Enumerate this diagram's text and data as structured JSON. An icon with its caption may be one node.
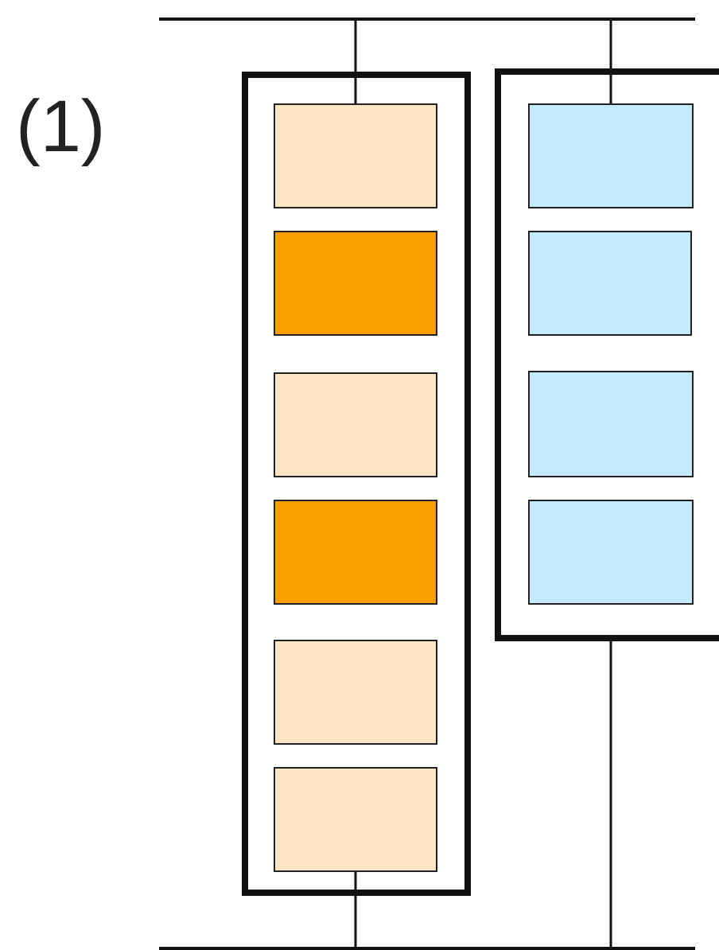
{
  "diagram": {
    "nodes": [
      {
        "text": [],
        "shape": "bar"
      },
      {
        "text": [],
        "shape": "box"
      },
      {
        "text": [],
        "shape": "box",
        "in": 1
      },
      {
        "text": [],
        "shape": "box",
        "in": 1
      },
      {
        "text": [],
        "shape": "box",
        "in": 1
      },
      {
        "text": [],
        "shape": "box",
        "in": 1
      },
      {
        "text": [],
        "shape": "box",
        "in": 1
      },
      {
        "text": [],
        "shape": "box",
        "in": 1
      },
      {
        "text": [],
        "shape": "box"
      },
      {
        "text": [],
        "shape": "box",
        "in": 8
      },
      {
        "text": [],
        "shape": "box",
        "in": 8
      },
      {
        "text": [],
        "shape": "box",
        "in": 8
      },
      {
        "text": [],
        "shape": "box",
        "in": 8
      },
      {
        "text": [],
        "shape": "bar"
      }
    ],
    "edges": [
      {
        "from": 0,
        "to": 2,
        "arrow": "none"
      },
      {
        "from": 7,
        "to": 13,
        "arrow": "none"
      },
      {
        "from": 0,
        "to": 9,
        "arrow": "none"
      },
      {
        "from": 8,
        "to": 13,
        "arrow": "none"
      }
    ],
    "labels": [
      "(1)"
    ]
  }
}
